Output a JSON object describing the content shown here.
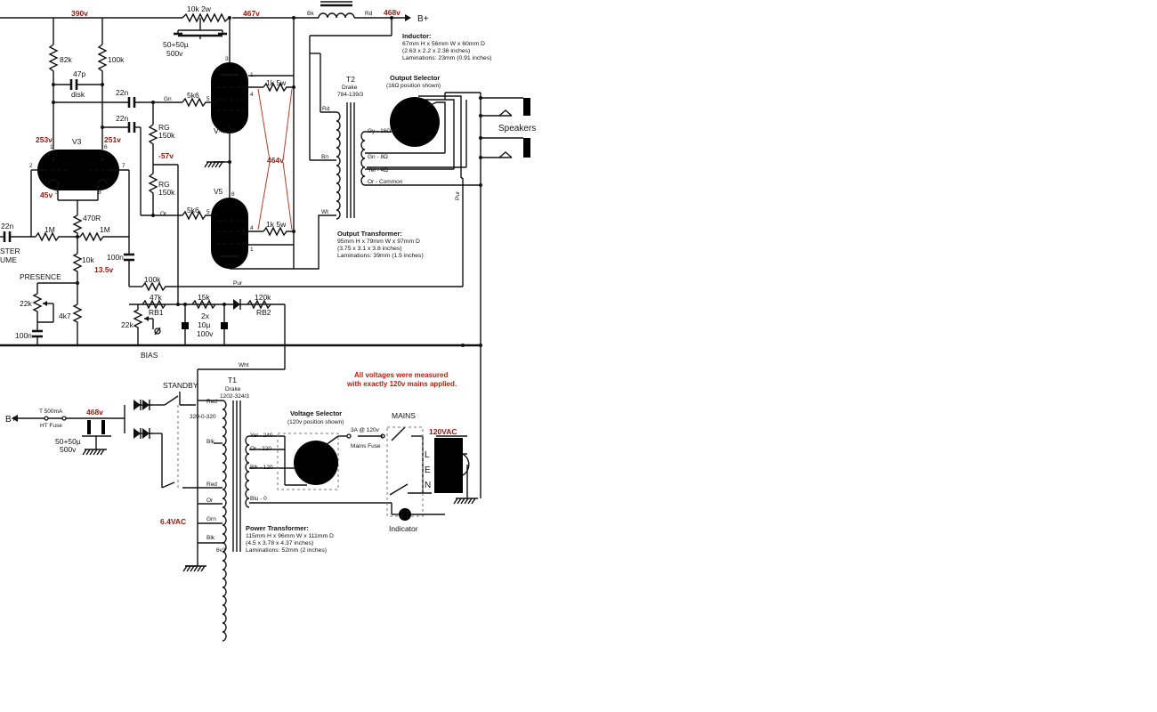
{
  "labels": {
    "v390": "390v",
    "r10k2w": "10k 2w",
    "v467": "467v",
    "bk": "Bk",
    "rd": "Rd",
    "v468": "468v",
    "bplus": "B+",
    "cap_filter": "50+50µ",
    "cap_filter_v": "500v",
    "r82k": "82k",
    "r100k_top": "100k",
    "c47p": "47p",
    "disk": "disk",
    "c22n_a": "22n",
    "c22n_b": "22n",
    "gn": "Gn",
    "r5k6_a": "5k6",
    "r5k6_b": "5k6",
    "rg150k_a1": "RG",
    "rg150k_a2": "150k",
    "rg150k_b1": "RG",
    "rg150k_b2": "150k",
    "vneg57": "-57v",
    "or_top": "Or",
    "v253": "253v",
    "v3": "V3",
    "v251": "251v",
    "v45": "45v",
    "r470": "470R",
    "v4": "V-4",
    "v5": "V5",
    "r1k5w_a": "1k 5w",
    "r1k5w_b": "1k 5w",
    "v464": "464v",
    "c22n_in": "22n",
    "r1m_a": "1M",
    "r1m_b": "1M",
    "ster": "STER",
    "ume": "UME",
    "c100n_a": "100n",
    "v13_5": "13.5v",
    "r10k": "10k",
    "r4k7": "4k7",
    "presence": "PRESENCE",
    "r22k_a": "22k",
    "c100n_b": "100n",
    "r100k_mid": "100k",
    "pur_bot": "Pur",
    "r47k": "47k",
    "rb1": "RB1",
    "r22k_b": "22k",
    "bias": "BIAS",
    "r15k": "15k",
    "c2x": "2x",
    "c10u": "10µ",
    "c100v": "100v",
    "r120k": "120k",
    "rb2": "RB2",
    "wht": "Wht",
    "pin1": "1",
    "pin2": "2",
    "pin3": "3",
    "pin4": "4",
    "pin5": "5",
    "pin6": "6",
    "pin7": "7",
    "pin8": "8",
    "t2": "T2",
    "t2_drake": "Drake",
    "t2_part": "784-139/3",
    "t2_rd": "Rd",
    "t2_bn": "Bn",
    "t2_wt": "Wt",
    "out_sel_title": "Output Selector",
    "out_sel_sub": "(16Ω position shown)",
    "tap16": "Gy - 16Ω",
    "tap8": "Gn - 8Ω",
    "tap4": "Yel - 4Ω",
    "tapc": "Or - Common",
    "pur_right": "Pur",
    "speakers": "Speakers",
    "inductor_title": "Inductor:",
    "inductor_l1": "67mm H x 56mm W x 60mm D",
    "inductor_l2": "(2.63 x 2.2 x 2.36 inches)",
    "inductor_l3": "Laminations: 23mm (0.91 inches)",
    "ot_title": "Output Transformer:",
    "ot_l1": "95mm H x 79mm W x 97mm D",
    "ot_l2": "(3.75 x 3.1 x 3.8 inches)",
    "ot_l3": "Laminations: 39mm (1.5 inches)",
    "note_l1": "All voltages were measured",
    "note_l2": "with exactly 120v mains applied.",
    "standby": "STANDBY",
    "t1": "T1",
    "t1_drake": "Drake",
    "t1_part": "1202-324/3",
    "t1_red1": "Red",
    "t1_blk": "Blk",
    "t1_red2": "Red",
    "t1_or": "Or",
    "t1_grn": "Grn",
    "t1_blk2": "Blk",
    "t1_320": "320-0-320",
    "t1_6v3": "6v3",
    "bplus_left": "B+",
    "fuse_ht": "T 500mA",
    "fuse_ht2": "HT Fuse",
    "v468_b": "468v",
    "cap_b": "50+50µ",
    "cap_b_v": "500v",
    "v6_4": "6.4VAC",
    "vsel_title": "Voltage Selector",
    "vsel_sub": "(120v position shown)",
    "tap240": "Yel - 240",
    "tap220": "Or - 220",
    "tap120": "Blk - 120",
    "tap0": "Blu - 0",
    "mains_fuse1": "3A @ 120v",
    "mains_fuse2": "Mains Fuse",
    "mains": "MAINS",
    "vac120": "120VAC",
    "l": "L",
    "e": "E",
    "n": "N",
    "indicator": "Indicator",
    "pt_title": "Power Transformer:",
    "pt_l1": "115mm H x 96mm W x 111mm D",
    "pt_l2": "(4.5 x 3.78 x 4.37 inches)",
    "pt_l3": "Laminations: 52mm (2 inches)"
  },
  "colors": {
    "voltage_red": "#8e1b10",
    "note_red": "#b51e10",
    "ink": "#111111",
    "background": "#ffffff"
  }
}
